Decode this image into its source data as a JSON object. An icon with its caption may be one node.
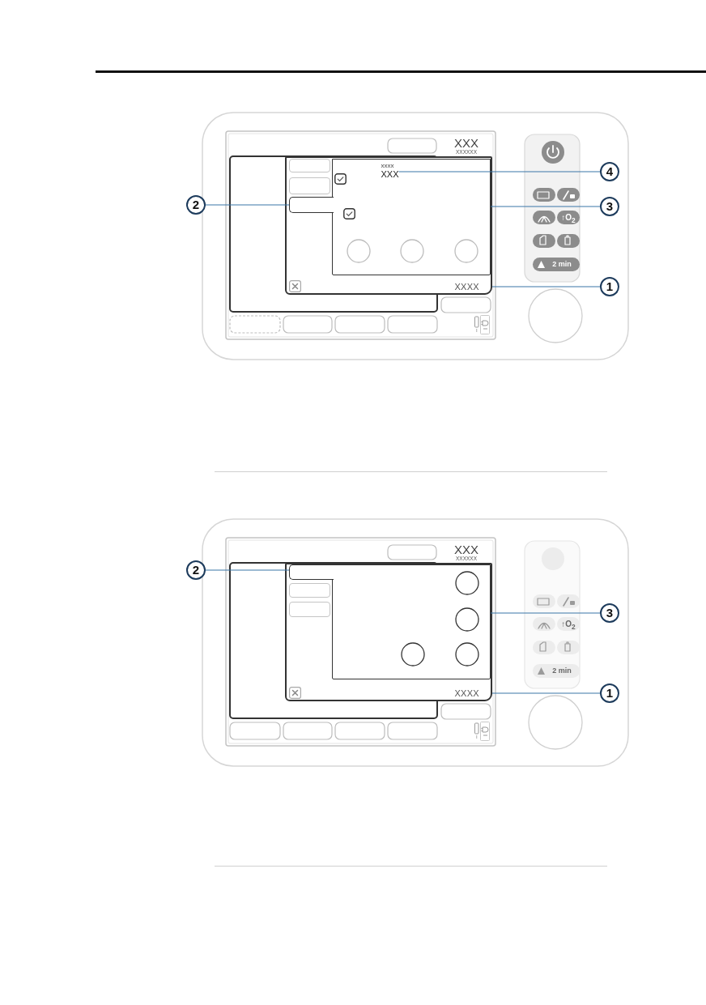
{
  "diagram": {
    "nodes": [
      {
        "text": [
          "XXXX"
        ]
      },
      {
        "text": [],
        "shape": "box",
        "in": 0
      },
      {
        "text": [],
        "shape": "box",
        "in": 0
      },
      {
        "text": [
          "xxxx",
          "XXX"
        ],
        "in": 2
      },
      {
        "text": [
          "4"
        ]
      },
      {
        "text": [
          "2"
        ]
      },
      {
        "text": [
          "3"
        ]
      },
      {
        "text": [
          "1"
        ]
      },
      {
        "text": [
          "XXXX"
        ]
      },
      {
        "text": [],
        "shape": "box",
        "in": 8
      },
      {
        "text": [],
        "shape": "box",
        "in": 8
      },
      {
        "text": [
          "2"
        ]
      },
      {
        "text": [
          "3"
        ]
      },
      {
        "text": [
          "1"
        ]
      }
    ],
    "edges": [
      {
        "from": 4,
        "to": 3,
        "arrow": "none"
      },
      {
        "from": 5,
        "to": 1,
        "arrow": "none"
      },
      {
        "from": 6,
        "to": 2,
        "arrow": "none"
      },
      {
        "from": 7,
        "to": 0,
        "arrow": "none"
      },
      {
        "from": 11,
        "to": 9,
        "arrow": "none"
      },
      {
        "from": 12,
        "to": 10,
        "arrow": "none"
      },
      {
        "from": 13,
        "to": 8,
        "arrow": "none"
      }
    ],
    "labels": [
      "XXX",
      "XXXXXX",
      "↑O$_{2}$",
      "2 min",
      "XXX",
      "XXXXXX",
      "↑O$_{2}$",
      "2 min"
    ]
  }
}
